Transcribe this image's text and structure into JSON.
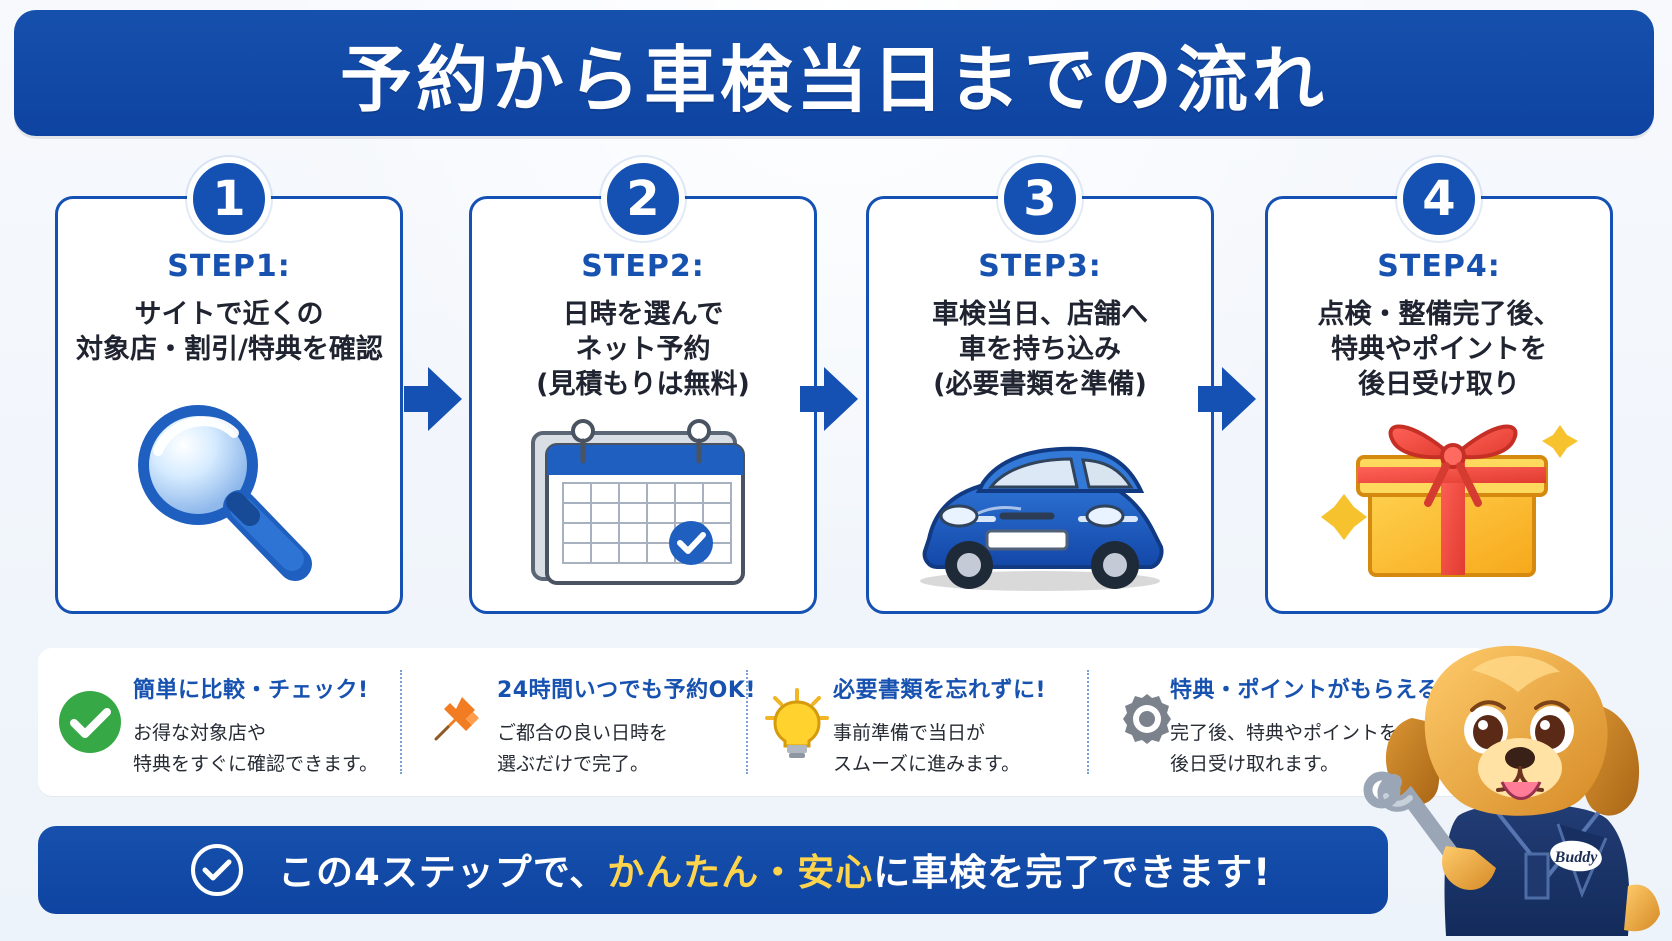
{
  "header": {
    "title": "予約から車検当日までの流れ"
  },
  "steps": [
    {
      "number": "1",
      "label": "STEP1:",
      "desc_lines": [
        "サイトで近くの",
        "対象店・割引/特典を確認"
      ],
      "icon_name": "magnifier-icon"
    },
    {
      "number": "2",
      "label": "STEP2:",
      "desc_lines": [
        "日時を選んで",
        "ネット予約",
        "(見積もりは無料)"
      ],
      "icon_name": "calendar-check-icon"
    },
    {
      "number": "3",
      "label": "STEP3:",
      "desc_lines": [
        "車検当日、店舗へ",
        "車を持ち込み",
        "(必要書類を準備)"
      ],
      "icon_name": "car-icon"
    },
    {
      "number": "4",
      "label": "STEP4:",
      "desc_lines": [
        "点検・整備完了後、",
        "特典やポイントを",
        "後日受け取り"
      ],
      "icon_name": "gift-box-icon"
    }
  ],
  "features": [
    {
      "title": "簡単に比較・チェック!",
      "desc_lines": [
        "お得な対象店や",
        "特典をすぐに確認できます。"
      ],
      "icon_name": "check-circle-icon"
    },
    {
      "title": "24時間いつでも予約OK!",
      "desc_lines": [
        "ご都合の良い日時を",
        "選ぶだけで完了。"
      ],
      "icon_name": "pin-icon"
    },
    {
      "title": "必要書類を忘れずに!",
      "desc_lines": [
        "事前準備で当日が",
        "スムーズに進みます。"
      ],
      "icon_name": "lightbulb-icon"
    },
    {
      "title": "特典・ポイントがもらえる!",
      "desc_lines": [
        "完了後、特典やポイントを",
        "後日受け取れます。"
      ],
      "icon_name": "gear-icon"
    }
  ],
  "summary": {
    "text_before": "この4ステップで、",
    "text_highlight": "かんたん・安心",
    "text_after": "に車検を完了できます!",
    "icon_name": "check-circle-icon"
  },
  "mascot": {
    "name_tag": "Buddy",
    "icon_name": "mascot-dog-icon"
  },
  "colors": {
    "primary": "#1451b3",
    "primary_dark": "#0f44a1",
    "highlight": "#ffd44d",
    "success": "#37a846",
    "card_bg": "#ffffff",
    "text_dark": "#1f2430"
  }
}
